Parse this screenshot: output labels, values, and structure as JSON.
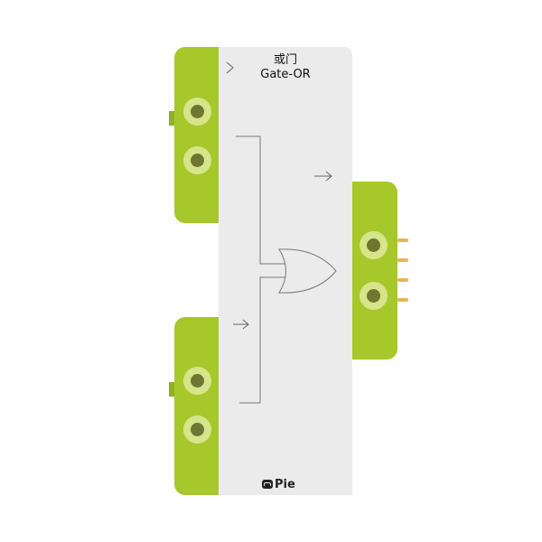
{
  "title": {
    "chinese": "或门",
    "english": "Gate-OR"
  },
  "brand": {
    "name": "Pie"
  },
  "colors": {
    "module_green": "#a7c82b",
    "board_gray": "#ebebeb",
    "port_ring": "#d6e48a",
    "port_core": "#6e7731",
    "pin_gold": "#e6b84c"
  },
  "modules": [
    {
      "name": "input-module-top",
      "ports": 2
    },
    {
      "name": "input-module-bottom",
      "ports": 2
    },
    {
      "name": "output-module-right",
      "ports": 2
    }
  ],
  "icons": [
    "chevron-right-icon",
    "arrow-right-icon",
    "or-gate-symbol"
  ]
}
